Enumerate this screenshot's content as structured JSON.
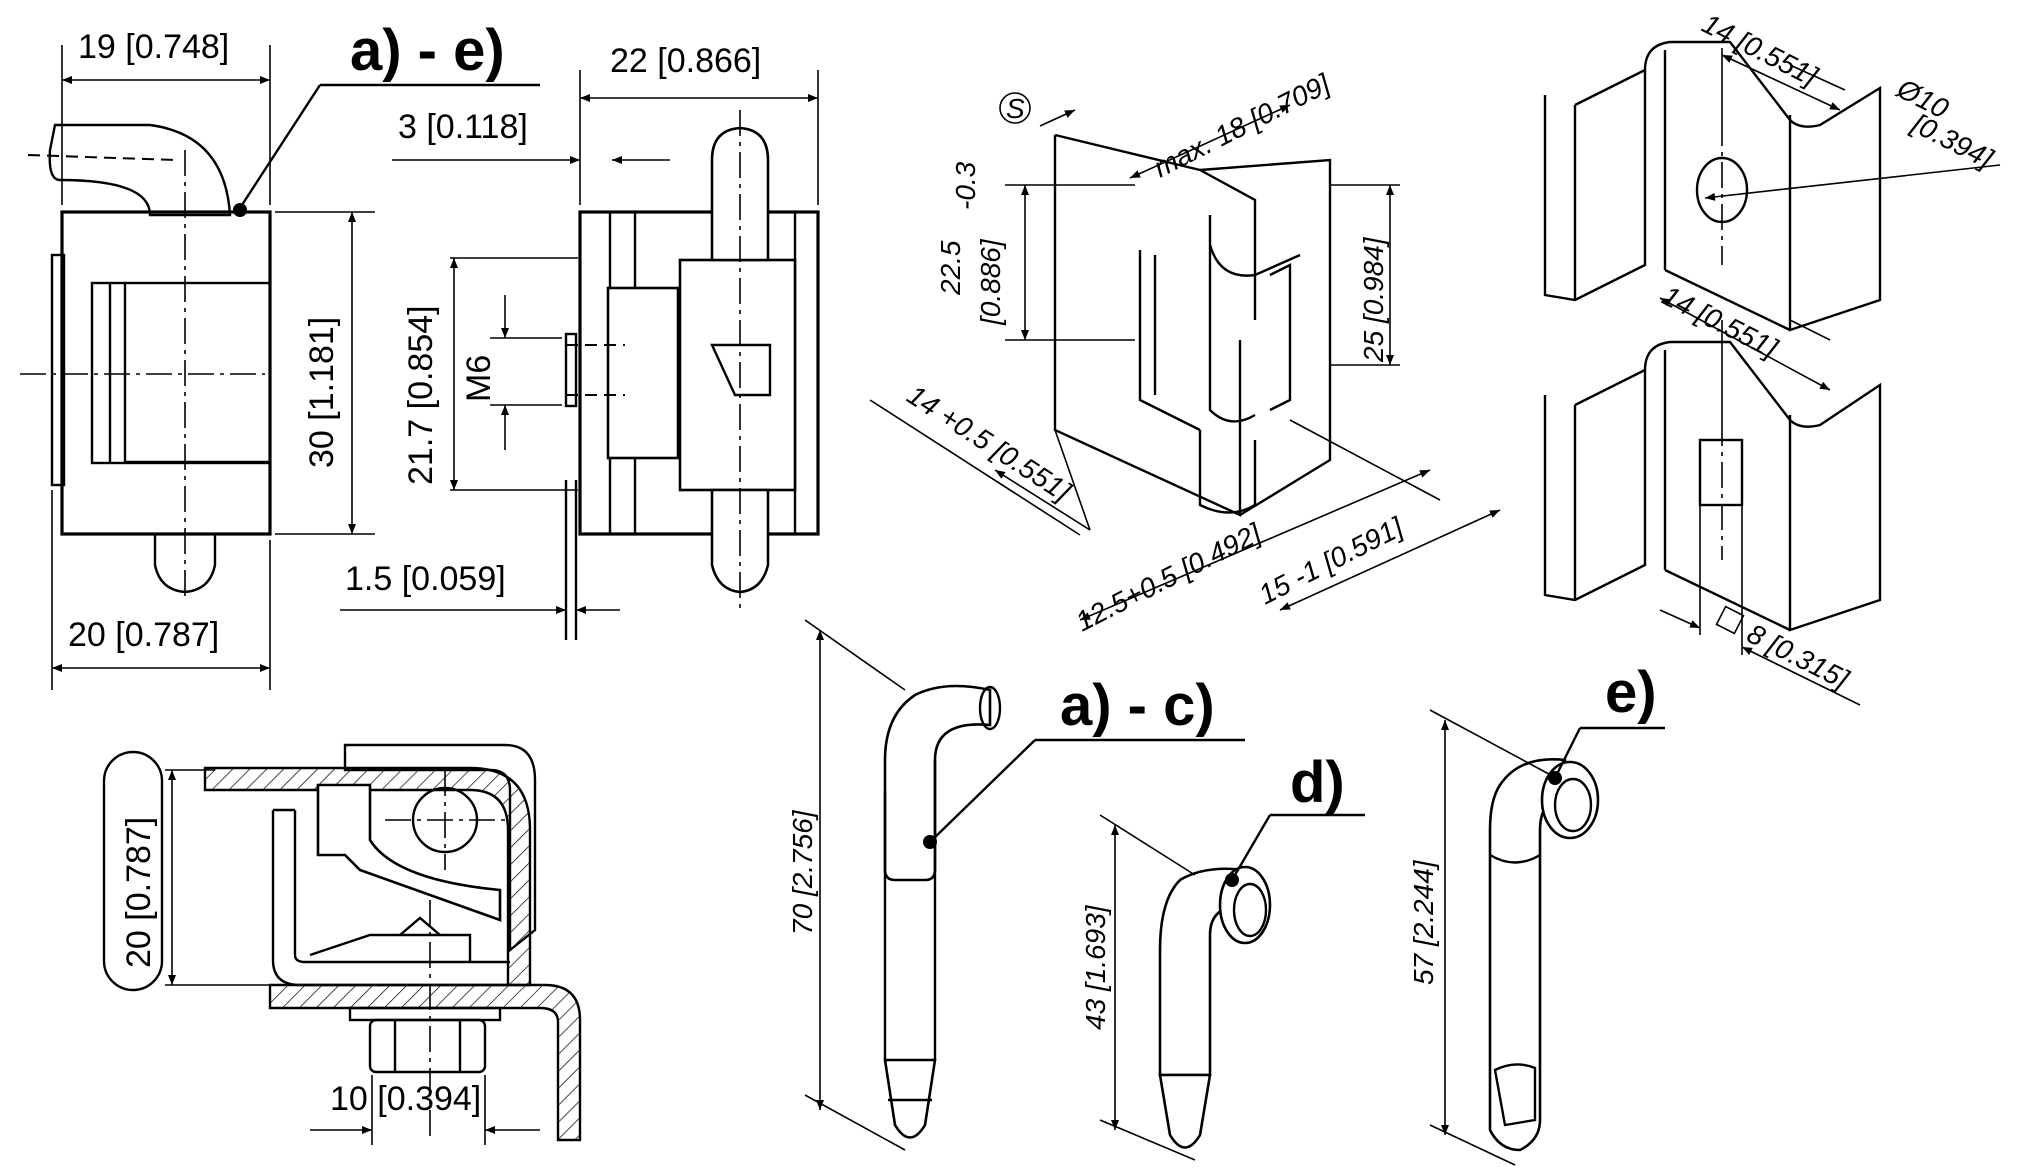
{
  "callouts": {
    "top_all": "a) - e)",
    "pin_ac": "a) - c)",
    "pin_d": "d)",
    "pin_e": "e)"
  },
  "front_view": {
    "width_top": "19 [0.748]",
    "height": "30 [1.181]",
    "width_bottom": "20 [0.787]"
  },
  "side_view": {
    "overall": "22 [0.866]",
    "offset": "3 [0.118]",
    "spacing": "21.7 [0.854]",
    "thread": "M6",
    "sheet": "1.5 [0.059]"
  },
  "top_view": {
    "height": "20 [0.787]",
    "nut": "10 [0.394]"
  },
  "iso_hinge": {
    "s_symbol": "S",
    "max_width": "max. 18 [0.709]",
    "h1_main": "22.5",
    "h1_tol": "-0.3",
    "h1_in": "[0.886]",
    "h2": "25 [0.984]",
    "d1": "14 +0.5 [0.551]",
    "d2": "12.5+0.5 [0.492]",
    "d3": "15 -1 [0.591]"
  },
  "brackets": {
    "w1": "14 [0.551]",
    "hole": "Ø10",
    "hole_in": "[0.394]",
    "w2": "14 [0.551]",
    "square": "8 [0.315]"
  },
  "pins": {
    "ac_len": "70 [2.756]",
    "d_len": "43 [1.693]",
    "e_len": "57 [2.244]"
  }
}
